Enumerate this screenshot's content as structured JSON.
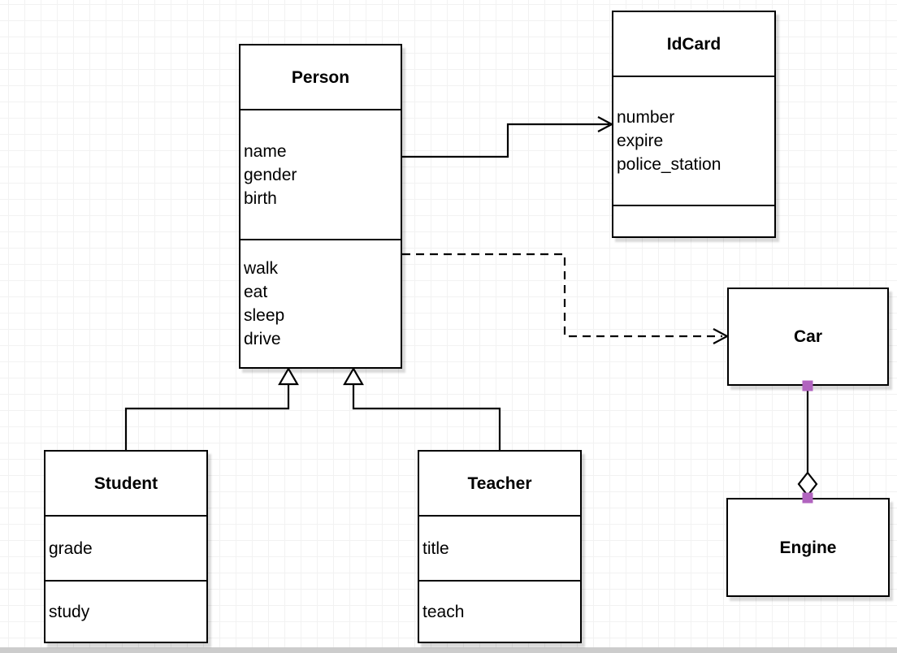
{
  "app": {
    "canvas_background": "#ffffff",
    "grid_line_color": "#f2f2f2",
    "page_edge_color": "#cccccc"
  },
  "diagram": {
    "classes": {
      "person": {
        "title": "Person",
        "attributes": [
          "name",
          "gender",
          "birth"
        ],
        "methods": [
          "walk",
          "eat",
          "sleep",
          "drive"
        ]
      },
      "idcard": {
        "title": "IdCard",
        "attributes": [
          "number",
          "expire",
          "police_station"
        ],
        "methods": []
      },
      "car": {
        "title": "Car",
        "attributes": [],
        "methods": []
      },
      "engine": {
        "title": "Engine",
        "attributes": [],
        "methods": []
      },
      "student": {
        "title": "Student",
        "attributes": [
          "grade"
        ],
        "methods": [
          "study"
        ]
      },
      "teacher": {
        "title": "Teacher",
        "attributes": [
          "title"
        ],
        "methods": [
          "teach"
        ]
      }
    },
    "relationships": [
      {
        "from": "Person",
        "to": "IdCard",
        "type": "association",
        "line": "solid",
        "arrowhead": "open-arrow"
      },
      {
        "from": "Person",
        "to": "Car",
        "type": "dependency",
        "line": "dashed",
        "arrowhead": "open-arrow"
      },
      {
        "from": "Student",
        "to": "Person",
        "type": "generalization",
        "line": "solid",
        "arrowhead": "hollow-triangle"
      },
      {
        "from": "Teacher",
        "to": "Person",
        "type": "generalization",
        "line": "solid",
        "arrowhead": "hollow-triangle"
      },
      {
        "from": "Car",
        "to": "Engine",
        "type": "aggregation",
        "line": "solid",
        "arrowhead": "hollow-diamond"
      }
    ],
    "colors": {
      "shape_stroke": "#000000",
      "shape_fill": "#ffffff",
      "text": "#000000",
      "endpoint_handle": "#b164bf"
    }
  }
}
